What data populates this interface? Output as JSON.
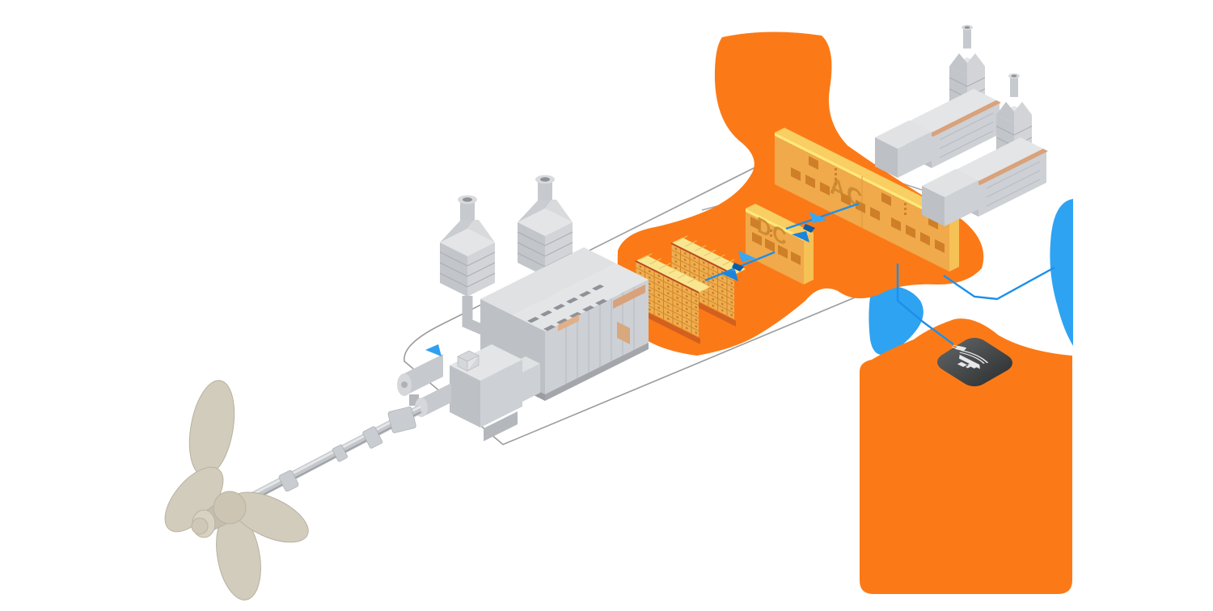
{
  "scene": {
    "description": "Isometric illustration of a marine hybrid-electric propulsion system: propeller and shaft line, gearbox with shaft machine, main engines with exhaust treatment towers, battery racks, DC hub, AC main switchboard, two generating sets and a shore power connection, linked by blue power cables with bidirectional flow arrows."
  },
  "labels": {
    "ac_switchboard": "AC",
    "dc_hub": "DC"
  },
  "colors": {
    "background": "#ffffff",
    "orange": "#FB7A17",
    "blue_accent": "#2EA3F2",
    "blue_cable": "#1E8FE8",
    "arrow_blue_light": "#38A8F4",
    "arrow_blue_dark": "#1B84DC",
    "arrow_blue_shadow": "#0C5CA6",
    "cabinet_face": "#F0A94B",
    "cabinet_top": "#F9CE63",
    "cabinet_edge": "#FFE87A",
    "cabinet_panel": "#CE7F27",
    "cabinet_text": "#C8842E",
    "battery_face": "#EFAE4E",
    "battery_top": "#F8E691",
    "battery_base": "#D2601E",
    "equipment_light": "#E3E5E7",
    "equipment_mid": "#CDD0D4",
    "equipment_dark": "#BDC0C5",
    "equipment_shadow": "#9A9DA2",
    "copper": "#D9A27A",
    "outline_gray": "#9B9B9B",
    "cable_gray": "#A7A7A7",
    "icon_dark": "#3A3D3E",
    "icon_glyph": "#E8E8E8",
    "propeller": "#D2CCBD"
  }
}
